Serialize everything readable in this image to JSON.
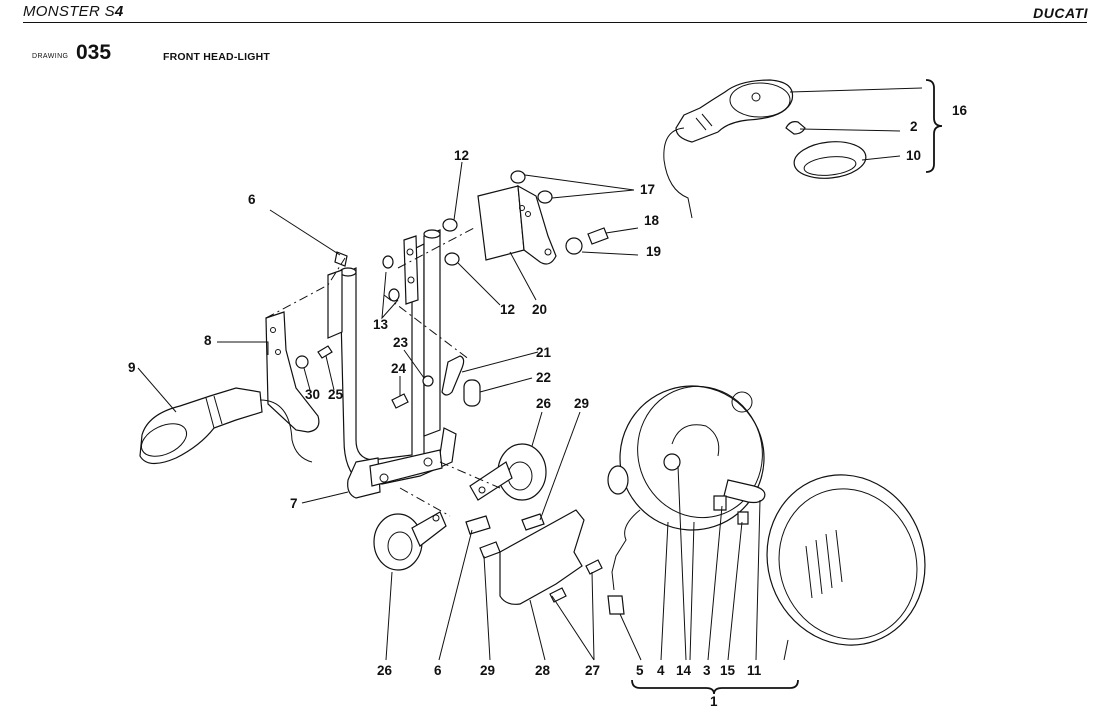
{
  "header": {
    "model_prefix": "MONSTER S",
    "model_suffix": "4",
    "brand": "DUCATI"
  },
  "drawing": {
    "label": "DRAWING",
    "number": "035",
    "title": "FRONT HEAD-LIGHT"
  },
  "callouts": [
    "1",
    "2",
    "3",
    "4",
    "5",
    "6",
    "6",
    "7",
    "8",
    "9",
    "10",
    "11",
    "12",
    "12",
    "13",
    "14",
    "15",
    "16",
    "17",
    "18",
    "19",
    "20",
    "21",
    "22",
    "23",
    "24",
    "25",
    "26",
    "26",
    "27",
    "28",
    "29",
    "29",
    "30"
  ]
}
